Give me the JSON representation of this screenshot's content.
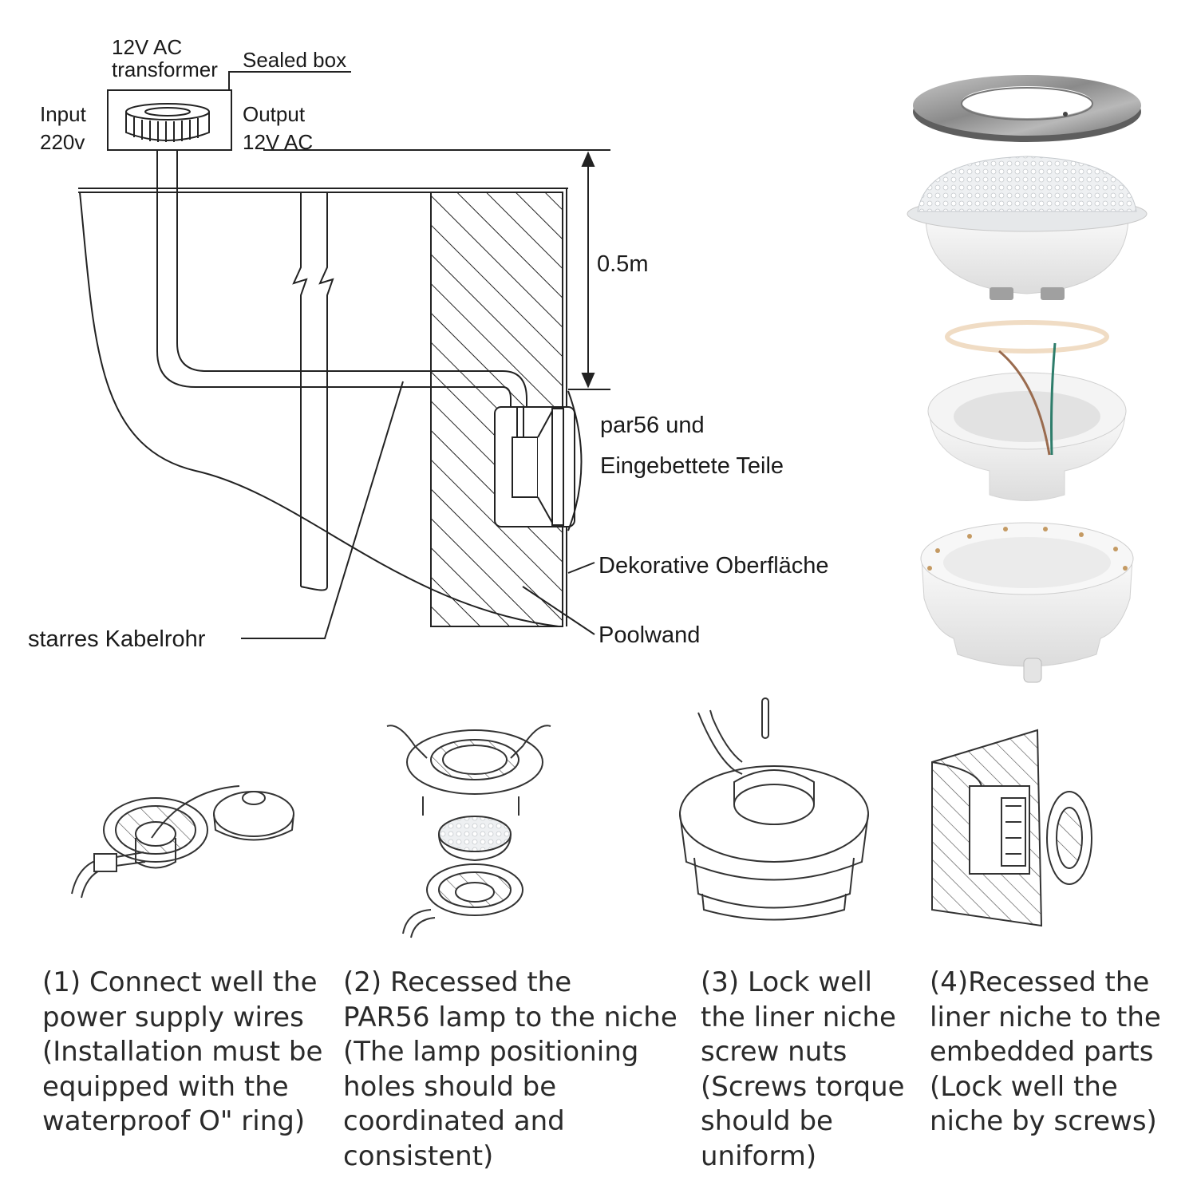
{
  "diagram": {
    "transformer_label_1": "12V AC",
    "transformer_label_2": "transformer",
    "sealed_box": "Sealed box",
    "input_1": "Input",
    "input_2": "220v",
    "output_1": "Output",
    "output_2": "12V AC",
    "depth": "0.5m",
    "embedded_1": "par56 und",
    "embedded_2": "Eingebettete Teile",
    "surface": "Dekorative Oberfläche",
    "pool_wall": "Poolwand",
    "conduit": "starres Kabelrohr"
  },
  "steps": [
    {
      "text": "(1) Connect well the\npower supply wires\n(Installation must be\nequipped with the\nwaterproof O\" ring)"
    },
    {
      "text": "(2) Recessed the\nPAR56 lamp to the niche\n(The lamp positioning\nholes should be\ncoordinated and\nconsistent)"
    },
    {
      "text": "(3) Lock well\nthe liner niche\nscrew nuts\n(Screws torque\nshould be\nuniform)"
    },
    {
      "text": "(4)Recessed the\nliner niche to the\nembedded parts\n(Lock well the\nniche by screws)"
    }
  ]
}
